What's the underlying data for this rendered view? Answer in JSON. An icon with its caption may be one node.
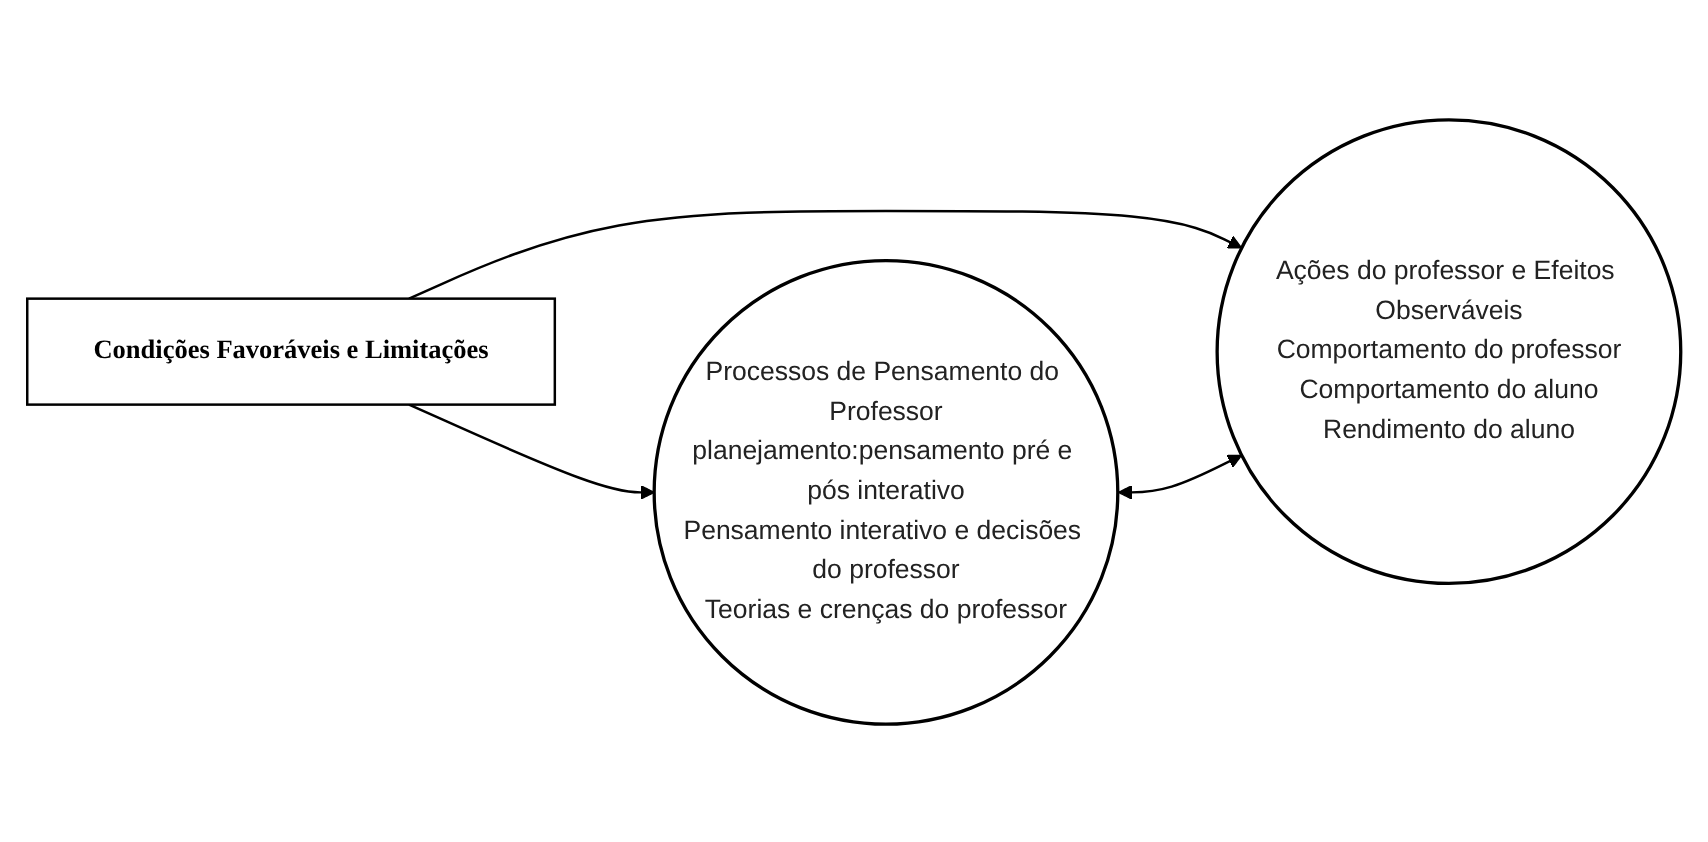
{
  "diagram": {
    "nodes": [
      {
        "text": [
          "Condições Favoráveis e Limitações"
        ]
      },
      {
        "text": [
          "Processos de Pensamento do Professor",
          "planejamento:pensamento pré e pós interativo",
          "Pensamento interativo e decisões do professor",
          "Teorias e crenças do professor"
        ]
      },
      {
        "text": [
          "Ações do professor e Efeitos Observáveis",
          "Comportamento do professor",
          "Comportamento do aluno",
          "Rendimento do aluno"
        ]
      }
    ],
    "edges": [
      {
        "from": 0,
        "to": 1,
        "arrow": "to"
      },
      {
        "from": 0,
        "to": 2,
        "arrow": "to"
      },
      {
        "from": 1,
        "to": 2,
        "arrow": "both"
      }
    ]
  }
}
